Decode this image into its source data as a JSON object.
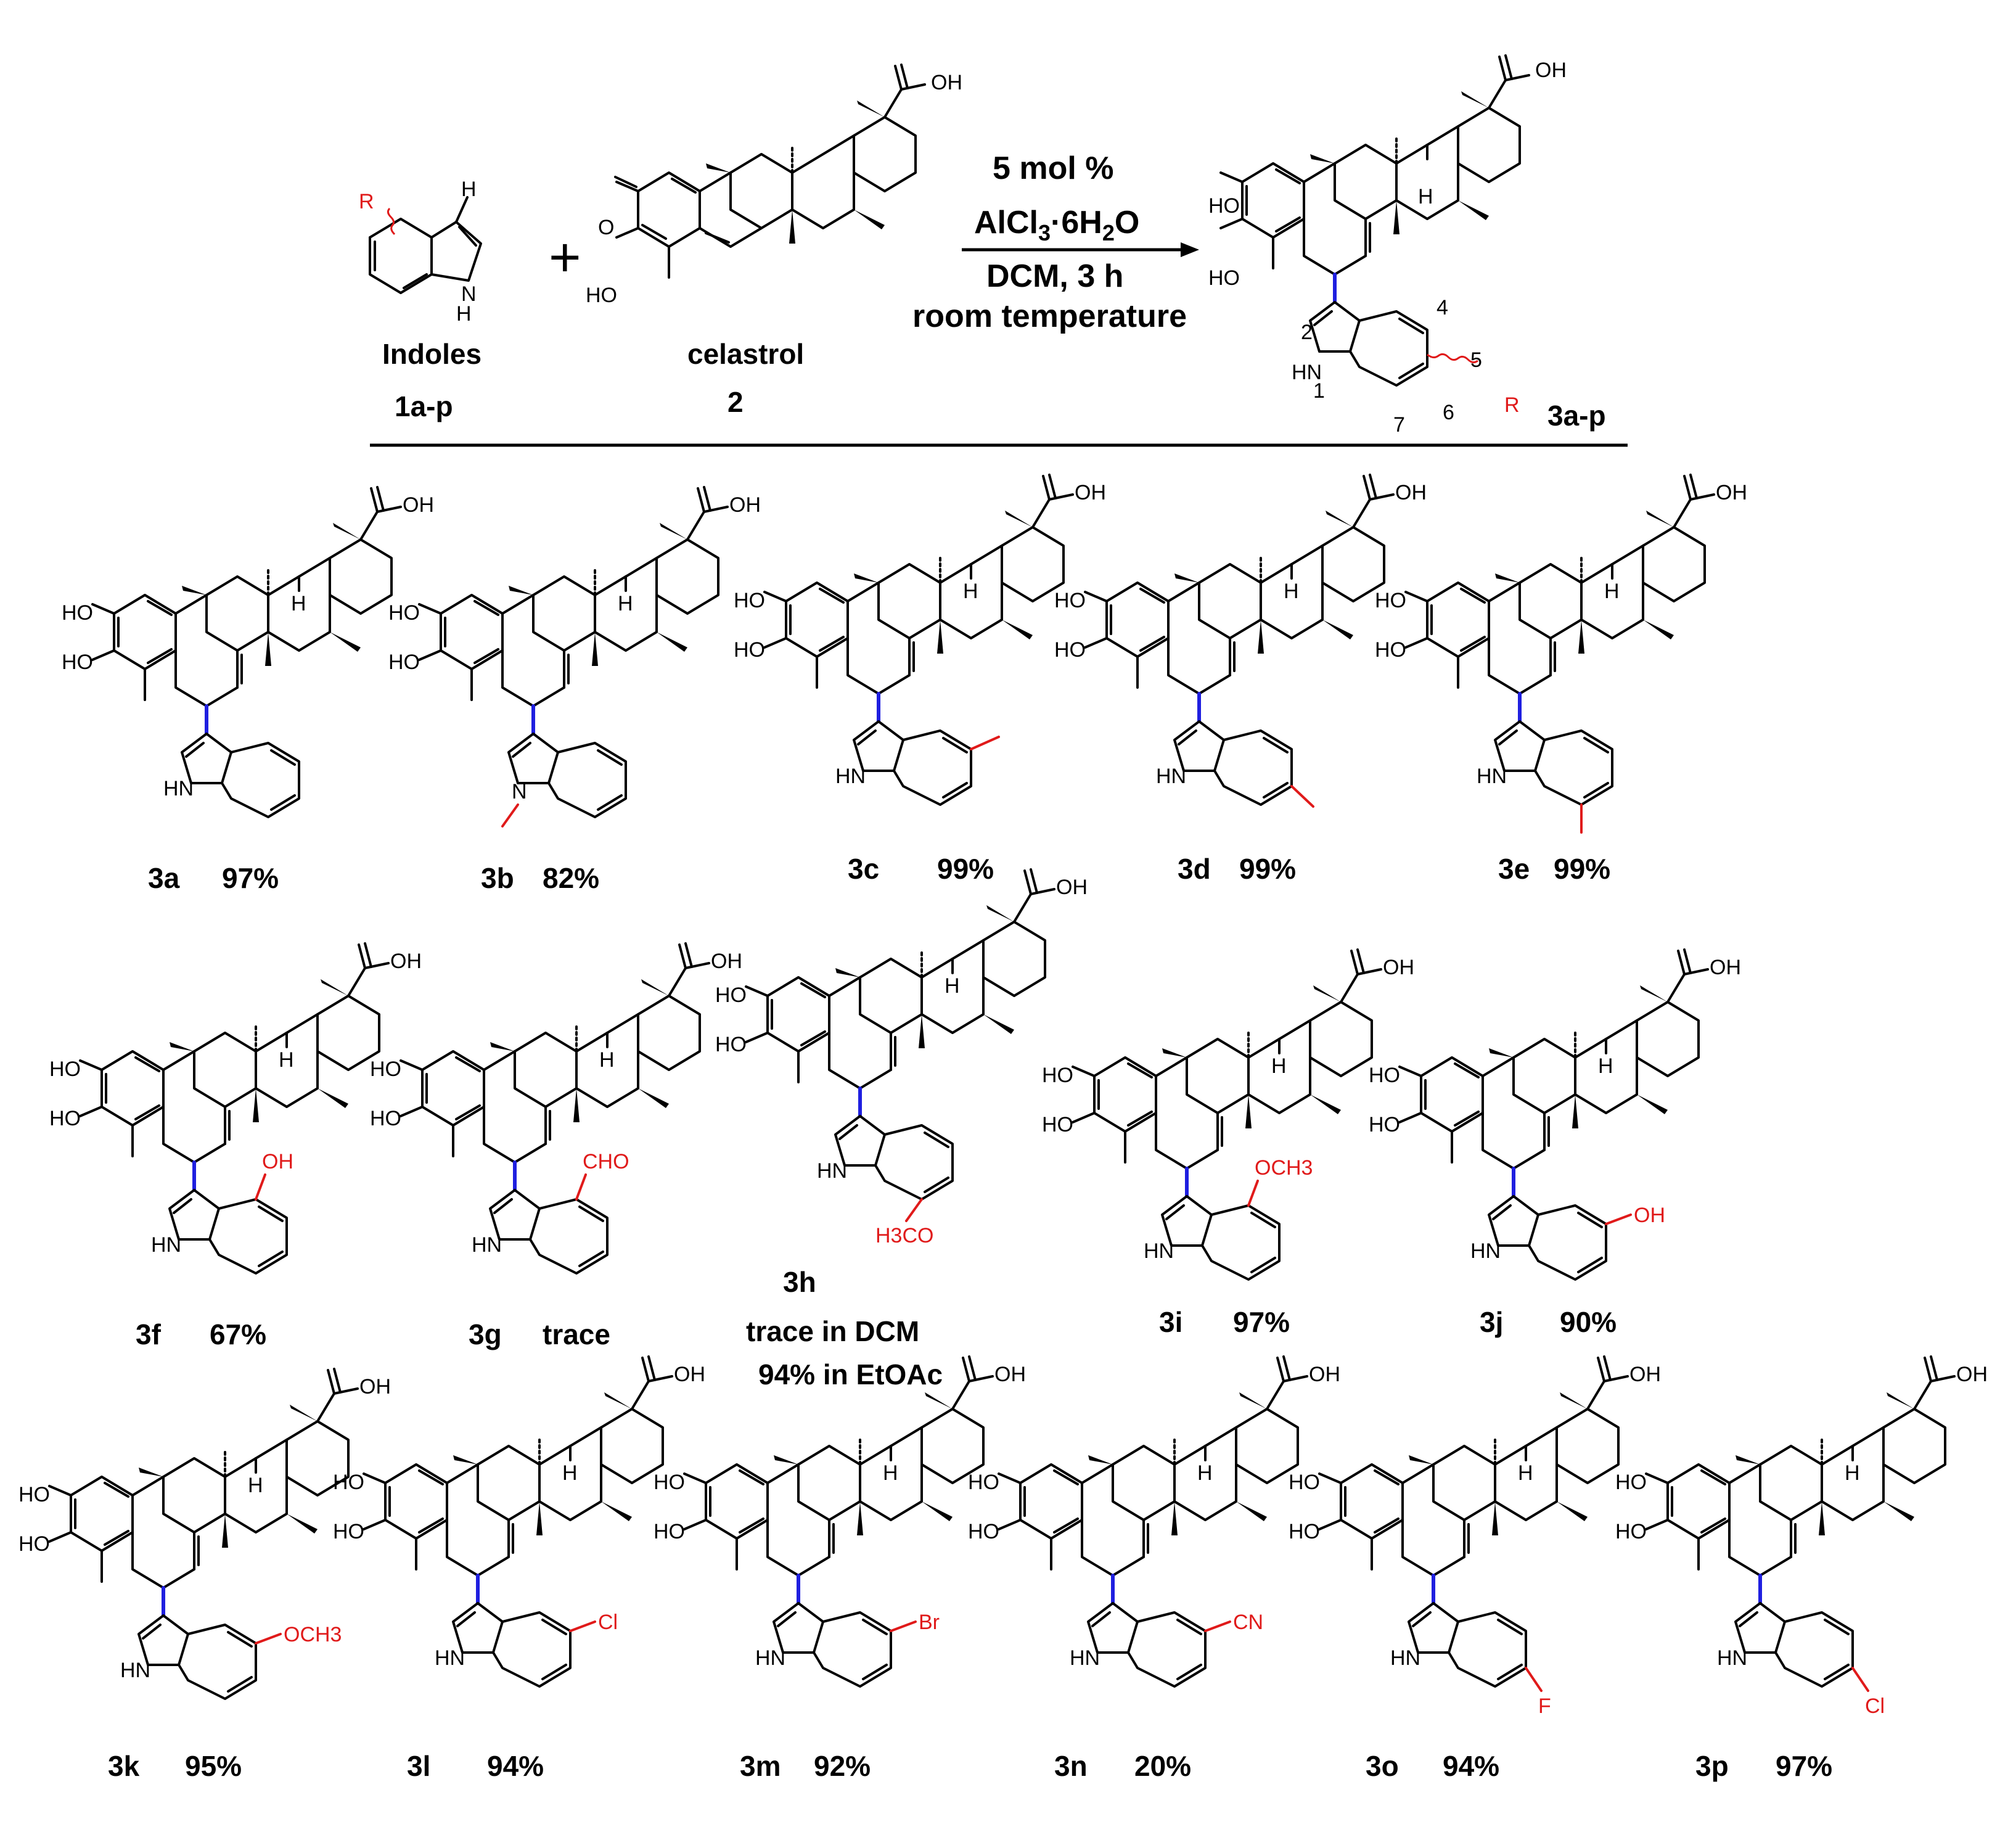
{
  "scheme": {
    "reactant_1": {
      "name": "Indoles",
      "code": "1a-p",
      "r_group": "R",
      "h_atom": "H",
      "nh_label": "N\nH"
    },
    "reactant_2": {
      "name": "celastrol",
      "code": "2",
      "o_label": "O",
      "ho_label": "HO",
      "cooh_label": "OH"
    },
    "plus": "+",
    "conditions": [
      "5 mol %",
      "AlCl3·6H2O",
      "DCM, 3 h",
      "room temperature"
    ],
    "conditions_reagent": {
      "base": "AlCl",
      "sub1": "3",
      "mid": "·6H",
      "sub2": "2",
      "end": "O"
    },
    "product": {
      "code": "3a-p",
      "r_group": "R",
      "numbering": [
        "1",
        "2",
        "4",
        "5",
        "6",
        "7"
      ],
      "hn_label": "HN"
    }
  },
  "compounds": [
    {
      "id": "3a",
      "yield": "97%",
      "substituent": "",
      "position": "none"
    },
    {
      "id": "3b",
      "yield": "82%",
      "substituent": "",
      "position": "N-Me"
    },
    {
      "id": "3c",
      "yield": "99%",
      "substituent": "",
      "position": "5-Me"
    },
    {
      "id": "3d",
      "yield": "99%",
      "substituent": "",
      "position": "6-Me"
    },
    {
      "id": "3e",
      "yield": "99%",
      "substituent": "",
      "position": "7-Me"
    },
    {
      "id": "3f",
      "yield": "67%",
      "substituent": "OH",
      "position": "4"
    },
    {
      "id": "3g",
      "yield": "trace",
      "substituent": "CHO",
      "position": "4"
    },
    {
      "id": "3h",
      "yield": "trace in DCM",
      "yield2": "94% in EtOAc",
      "substituent": "H3CO",
      "position": "7"
    },
    {
      "id": "3i",
      "yield": "97%",
      "substituent": "OCH3",
      "position": "4"
    },
    {
      "id": "3j",
      "yield": "90%",
      "substituent": "OH",
      "position": "5"
    },
    {
      "id": "3k",
      "yield": "95%",
      "substituent": "OCH3",
      "position": "5"
    },
    {
      "id": "3l",
      "yield": "94%",
      "substituent": "Cl",
      "position": "5"
    },
    {
      "id": "3m",
      "yield": "92%",
      "substituent": "Br",
      "position": "5"
    },
    {
      "id": "3n",
      "yield": "20%",
      "substituent": "CN",
      "position": "5"
    },
    {
      "id": "3o",
      "yield": "94%",
      "substituent": "F",
      "position": "6"
    },
    {
      "id": "3p",
      "yield": "97%",
      "substituent": "Cl",
      "position": "6"
    }
  ],
  "atom_labels": {
    "ho": "HO",
    "oh": "OH",
    "h": "H",
    "hn": "HN",
    "n": "N"
  },
  "colors": {
    "new_bond": "#1f1fe0",
    "substituent": "#e01a1a",
    "text": "#000000"
  }
}
